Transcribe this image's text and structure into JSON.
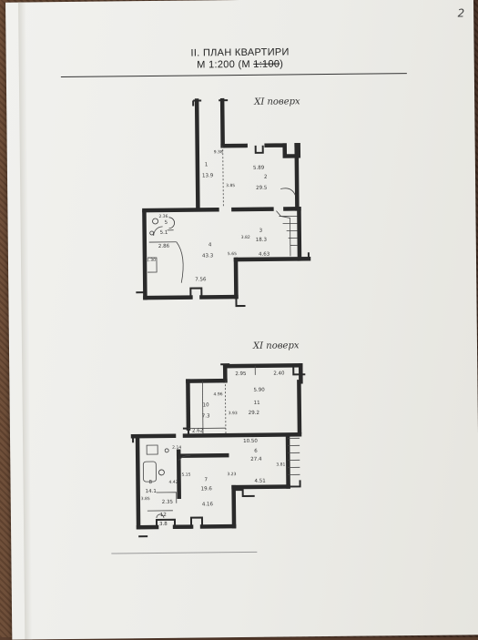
{
  "page": {
    "number": "2"
  },
  "heading": {
    "title": "II. ПЛАН КВАРТИРИ",
    "scale": "М 1:200 (М ",
    "scale_struck": "1:100",
    "scale_close": ")"
  },
  "floors": {
    "upper": {
      "label": "XI поверх"
    },
    "lower": {
      "label": "XI поверх"
    }
  },
  "upper_rooms": {
    "r1": {
      "num": "1",
      "area": "13.9"
    },
    "r2": {
      "num": "2",
      "area": "29.5"
    },
    "r3": {
      "num": "3",
      "area": "18.3"
    },
    "r4": {
      "num": "4",
      "area": "43.3"
    },
    "r5": {
      "num": "5",
      "area": "5.1"
    }
  },
  "upper_dims": [
    "5.89",
    "9.38",
    "3.85",
    "3.82",
    "5.65",
    "4.63",
    "2.86",
    "7.56",
    "2.36",
    "1.30"
  ],
  "lower_rooms": {
    "r6": {
      "num": "6",
      "area": "27.4"
    },
    "r7": {
      "num": "7",
      "area": "19.6"
    },
    "r8": {
      "num": "8",
      "area": "14.1"
    },
    "r10": {
      "num": "10",
      "area": "7.3"
    },
    "r11": {
      "num": "11",
      "area": "29.2"
    },
    "r12": {
      "num": "12",
      "area": "3.8"
    }
  },
  "lower_dims": [
    "2.95",
    "2.40",
    "5.90",
    "3.93",
    "4.96",
    "2.62",
    "10.50",
    "3.81",
    "4.51",
    "4.16",
    "5.15",
    "3.23",
    "2.35",
    "4.42",
    "3.85",
    "2.14"
  ]
}
